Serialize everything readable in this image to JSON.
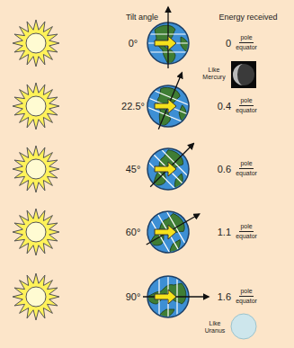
{
  "diagram": {
    "labels": [
      "Tilt angle",
      "Energy received",
      "0°",
      "0",
      "pole",
      "equator",
      "Like Mercury",
      "22.5°",
      "0.4",
      "pole",
      "equator",
      "45°",
      "0.6",
      "pole",
      "equator",
      "60°",
      "1.1",
      "pole",
      "equator",
      "90°",
      "1.6",
      "pole",
      "equator",
      "Like Uranus"
    ]
  }
}
